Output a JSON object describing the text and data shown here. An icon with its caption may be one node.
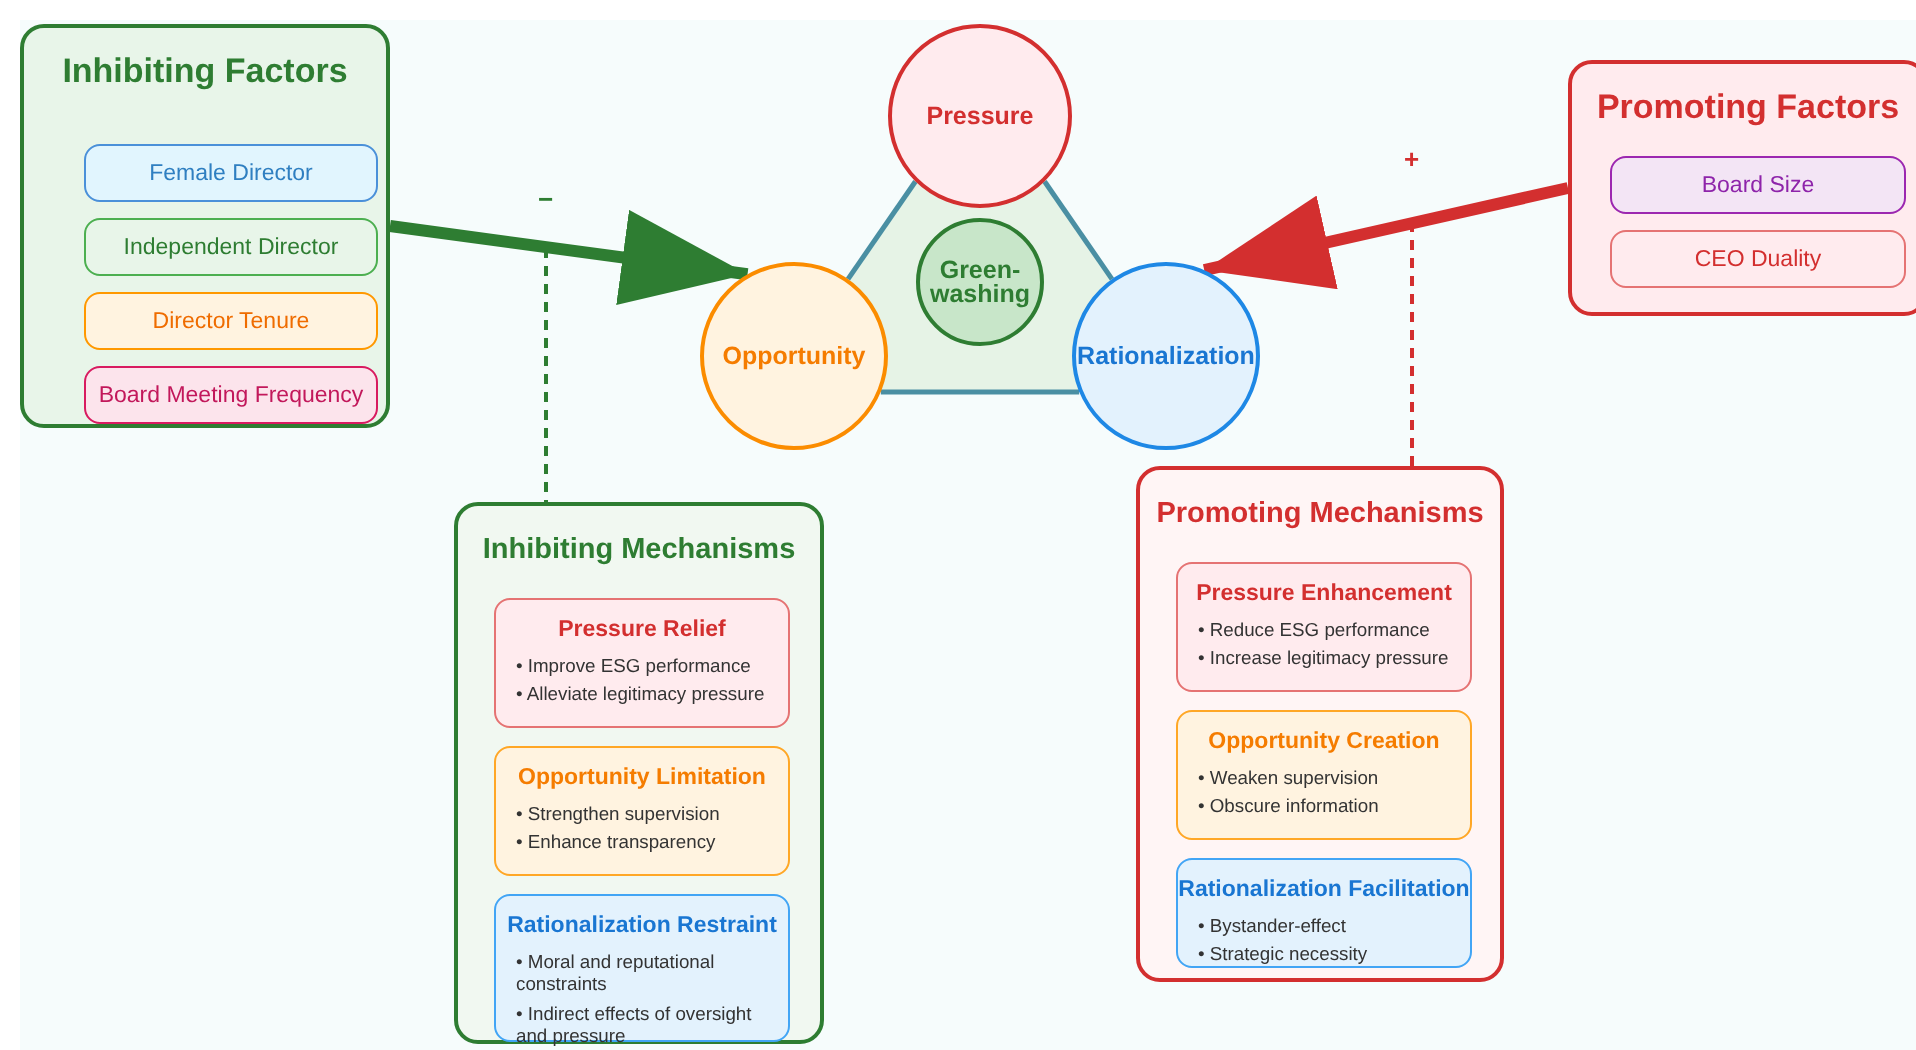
{
  "diagram": {
    "nodes": [
      {
        "text": [
          "Inhibiting Factors"
        ]
      },
      {
        "text": [
          "Female Director"
        ],
        "in": 0
      },
      {
        "text": [
          "Independent Director"
        ],
        "in": 0
      },
      {
        "text": [
          "Director Tenure"
        ],
        "in": 0
      },
      {
        "text": [
          "Board Meeting Frequency"
        ],
        "in": 0
      },
      {
        "text": [
          "Pressure"
        ]
      },
      {
        "text": [
          "Opportunity"
        ]
      },
      {
        "text": [
          "Green- washing"
        ]
      },
      {
        "text": [
          "Rationalization"
        ]
      },
      {
        "text": [
          "Promoting Factors"
        ]
      },
      {
        "text": [
          "Board Size"
        ],
        "in": 9
      },
      {
        "text": [
          "CEO Duality"
        ],
        "in": 9
      },
      {
        "text": [
          "Inhibiting Mechanisms"
        ]
      },
      {
        "text": [
          "Pressure Relief",
          "• Improve ESG performance",
          "• Alleviate legitimacy pressure"
        ],
        "in": 12
      },
      {
        "text": [
          "Opportunity Limitation",
          "• Strengthen supervision",
          "• Enhance transparency"
        ],
        "in": 12
      },
      {
        "text": [
          "Rationalization Restraint",
          "• Moral and reputational constraints",
          "• Indirect effects of oversight and pressure"
        ],
        "in": 12
      },
      {
        "text": [
          "Promoting Mechanisms"
        ]
      },
      {
        "text": [
          "Pressure Enhancement",
          "• Reduce ESG performance",
          "• Increase legitimacy pressure"
        ],
        "in": 16
      },
      {
        "text": [
          "Opportunity Creation",
          "• Weaken supervision",
          "• Obscure information"
        ],
        "in": 16
      },
      {
        "text": [
          "Rationalization Facilitation",
          "• Bystander-effect",
          "• Strategic necessity"
        ],
        "in": 16
      }
    ],
    "edges": [
      {
        "from": 0,
        "to": 6,
        "arrow": "to",
        "label": "−",
        "style": "thick",
        "color": "#2e7d32"
      },
      {
        "from": null,
        "to": 12,
        "arrow": "none",
        "style": "dashed",
        "color": "#2e7d32"
      },
      {
        "from": 9,
        "to": 8,
        "arrow": "to",
        "label": "+",
        "style": "thick",
        "color": "#d32f2f"
      },
      {
        "from": null,
        "to": 16,
        "arrow": "none",
        "style": "dashed",
        "color": "#d32f2f"
      },
      {
        "from": 5,
        "to": 6,
        "arrow": "none",
        "color": "#4a8fa3"
      },
      {
        "from": 6,
        "to": 8,
        "arrow": "none",
        "color": "#4a8fa3"
      },
      {
        "from": 8,
        "to": 5,
        "arrow": "none",
        "color": "#4a8fa3"
      }
    ]
  }
}
